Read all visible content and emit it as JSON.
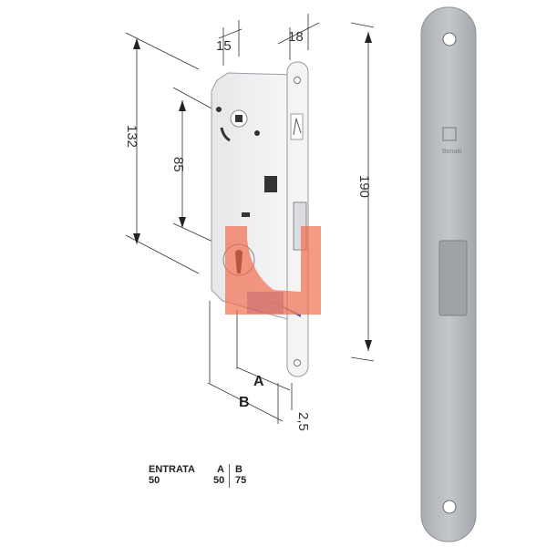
{
  "dimensions": {
    "case_depth": "15",
    "faceplate_offset": "18",
    "case_height": "132",
    "handle_to_key": "85",
    "faceplate_length": "190",
    "a": "A",
    "b": "B",
    "faceplate_thickness": "2,5"
  },
  "table": {
    "headers": [
      "ENTRATA",
      "A",
      "B"
    ],
    "values": [
      "50",
      "50",
      "75"
    ]
  },
  "faceplate_brand": "Bonaiti",
  "colors": {
    "watermark_orange": "#f26a4b",
    "watermark_blue": "#3b3fa0"
  }
}
